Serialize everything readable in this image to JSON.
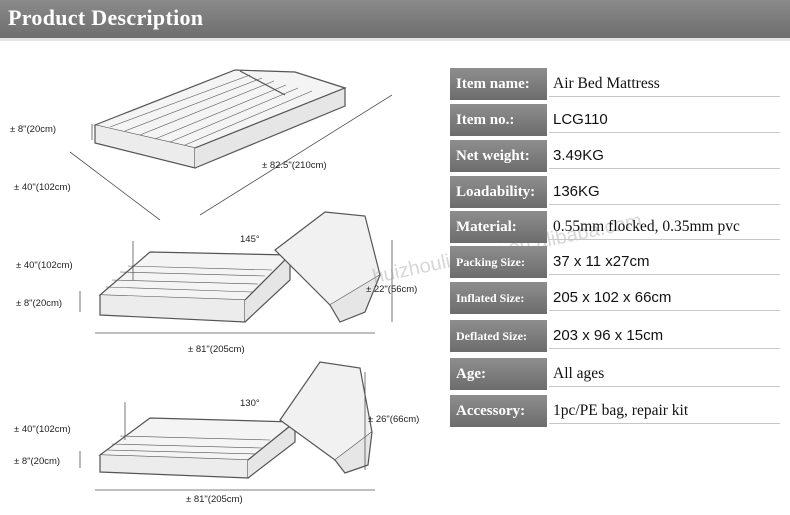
{
  "header": {
    "title": "Product Description"
  },
  "specs": [
    {
      "label": "Item name:",
      "value": "Air Bed Mattress"
    },
    {
      "label": "Item no.:",
      "value": "LCG110"
    },
    {
      "label": "Net weight:",
      "value": "3.49KG"
    },
    {
      "label": "Loadability:",
      "value": "136KG"
    },
    {
      "label": "Material:",
      "value": "0.55mm flocked, 0.35mm pvc"
    },
    {
      "label": "Packing Size:",
      "value": "37 x 11 x27cm"
    },
    {
      "label": "Inflated Size:",
      "value": "205 x 102 x 66cm"
    },
    {
      "label": "Deflated Size:",
      "value": "203 x 96 x 15cm"
    },
    {
      "label": "Age:",
      "value": "All ages"
    },
    {
      "label": "Accessory:",
      "value": "1pc/PE bag, repair kit"
    }
  ],
  "diagrams": {
    "flat": {
      "height": "± 8\"(20cm)",
      "width": "± 40\"(102cm)",
      "length": "± 82.5\"(210cm)"
    },
    "recline1": {
      "angle": "145°",
      "width": "± 40\"(102cm)",
      "height": "± 8\"(20cm)",
      "back_height": "± 22\"(56cm)",
      "length": "± 81\"(205cm)"
    },
    "recline2": {
      "angle": "130°",
      "width": "± 40\"(102cm)",
      "height": "± 8\"(20cm)",
      "back_height": "± 26\"(66cm)",
      "length": "± 81\"(205cm)"
    }
  },
  "watermark": "huizhoulicheng.en.alibaba.com"
}
